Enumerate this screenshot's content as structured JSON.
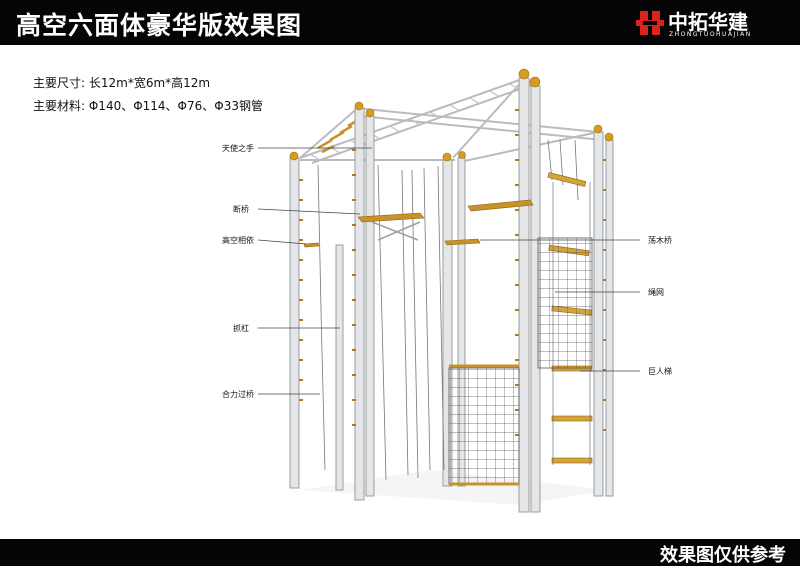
{
  "header": {
    "title": "高空六面体豪华版效果图",
    "brand_name": "中拓华建",
    "brand_sub": "ZHONGTUOHUAJIAN",
    "brand_color": "#d9241b"
  },
  "specs": {
    "size": "主要尺寸: 长12m*宽6m*高12m",
    "material": "主要材料: Φ140、Φ114、Φ76、Φ33钢管"
  },
  "labels": {
    "angel_hand": "天使之手",
    "broken_bridge": "断桥",
    "high_altitude": "高空相依",
    "grab_bar": "抓杠",
    "teamwork_bridge": "合力过桥",
    "wood_bridge": "荡木桥",
    "rope_net": "绳网",
    "giant_ladder": "巨人梯"
  },
  "footer": {
    "disclaimer": "效果图仅供参考"
  },
  "colors": {
    "pole": "#e4e6e8",
    "rung": "#c8922a",
    "ball": "#d79b1e",
    "background": "#ffffff"
  }
}
